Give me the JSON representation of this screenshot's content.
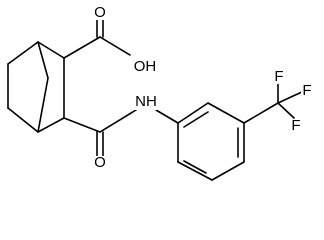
{
  "molecule": {
    "labels": {
      "carboxyl_oxygen": "O",
      "hydroxyl": "OH",
      "amide_oxygen": "O",
      "amide_nitrogen": "NH",
      "fluorine_top": "F",
      "fluorine_right": "F",
      "fluorine_bottom": "F"
    }
  }
}
